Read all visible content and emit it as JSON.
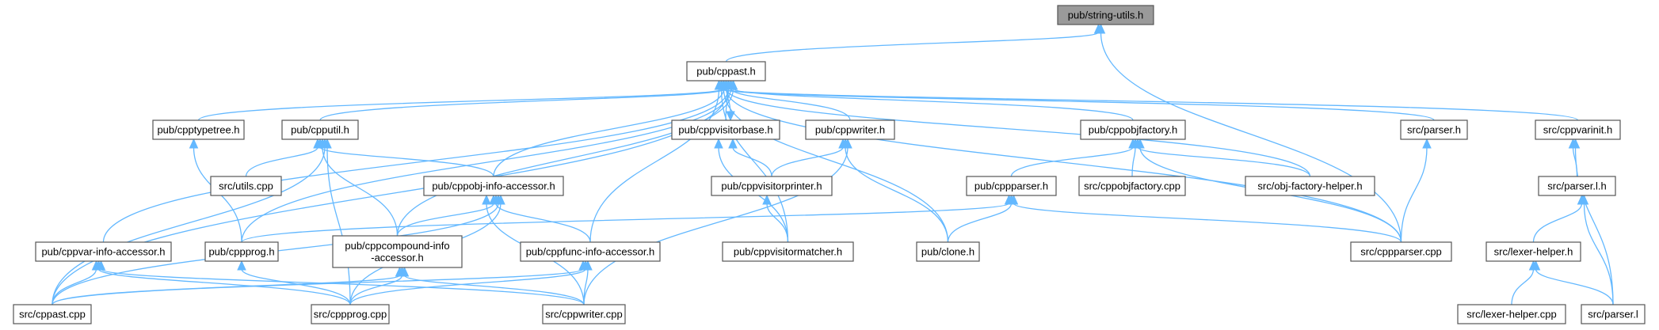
{
  "graph": {
    "nodes": [
      {
        "id": "string_utils",
        "lines": [
          "pub/string-utils.h"
        ],
        "highlight": true
      },
      {
        "id": "cppast_h",
        "lines": [
          "pub/cppast.h"
        ]
      },
      {
        "id": "cpptypetree",
        "lines": [
          "pub/cpptypetree.h"
        ]
      },
      {
        "id": "cpputil",
        "lines": [
          "pub/cpputil.h"
        ]
      },
      {
        "id": "cppvisitorbase",
        "lines": [
          "pub/cppvisitorbase.h"
        ]
      },
      {
        "id": "cppwriter_h",
        "lines": [
          "pub/cppwriter.h"
        ]
      },
      {
        "id": "cppobjfactory_h",
        "lines": [
          "pub/cppobjfactory.h"
        ]
      },
      {
        "id": "parser_h",
        "lines": [
          "src/parser.h"
        ]
      },
      {
        "id": "cppvarinit",
        "lines": [
          "src/cppvarinit.h"
        ]
      },
      {
        "id": "utils_cpp",
        "lines": [
          "src/utils.cpp"
        ]
      },
      {
        "id": "cppobj_info",
        "lines": [
          "pub/cppobj-info-accessor.h"
        ]
      },
      {
        "id": "cppvisitorprinter",
        "lines": [
          "pub/cppvisitorprinter.h"
        ]
      },
      {
        "id": "cppparser_h",
        "lines": [
          "pub/cppparser.h"
        ]
      },
      {
        "id": "cppobjfactory_cpp",
        "lines": [
          "src/cppobjfactory.cpp"
        ]
      },
      {
        "id": "objfactory_helper",
        "lines": [
          "src/obj-factory-helper.h"
        ]
      },
      {
        "id": "parser_l_h",
        "lines": [
          "src/parser.l.h"
        ]
      },
      {
        "id": "cppvar_info",
        "lines": [
          "pub/cppvar-info-accessor.h"
        ]
      },
      {
        "id": "cppprog_h",
        "lines": [
          "pub/cppprog.h"
        ]
      },
      {
        "id": "cppcompound_info",
        "lines": [
          "pub/cppcompound-info",
          "-accessor.h"
        ]
      },
      {
        "id": "cppfunc_info",
        "lines": [
          "pub/cppfunc-info-accessor.h"
        ]
      },
      {
        "id": "cppvisitormatcher",
        "lines": [
          "pub/cppvisitormatcher.h"
        ]
      },
      {
        "id": "clone_h",
        "lines": [
          "pub/clone.h"
        ]
      },
      {
        "id": "cppparser_cpp",
        "lines": [
          "src/cppparser.cpp"
        ]
      },
      {
        "id": "lexer_helper_h",
        "lines": [
          "src/lexer-helper.h"
        ]
      },
      {
        "id": "cppast_cpp",
        "lines": [
          "src/cppast.cpp"
        ]
      },
      {
        "id": "cppprog_cpp",
        "lines": [
          "src/cppprog.cpp"
        ]
      },
      {
        "id": "cppwriter_cpp",
        "lines": [
          "src/cppwriter.cpp"
        ]
      },
      {
        "id": "lexer_helper_cpp",
        "lines": [
          "src/lexer-helper.cpp"
        ]
      },
      {
        "id": "parser_l",
        "lines": [
          "src/parser.l"
        ]
      }
    ],
    "edges": [
      [
        "string_utils",
        "cppast_h"
      ],
      [
        "string_utils",
        "cppparser_cpp"
      ],
      [
        "cppast_h",
        "cpptypetree"
      ],
      [
        "cppast_h",
        "cpputil"
      ],
      [
        "cppast_h",
        "cppvisitorbase"
      ],
      [
        "cppast_h",
        "cppwriter_h"
      ],
      [
        "cppast_h",
        "cppobjfactory_h"
      ],
      [
        "cppast_h",
        "parser_h"
      ],
      [
        "cppast_h",
        "cppvarinit"
      ],
      [
        "cppast_h",
        "cppobj_info"
      ],
      [
        "cppast_h",
        "objfactory_helper"
      ],
      [
        "cppast_h",
        "cppvar_info"
      ],
      [
        "cppast_h",
        "cppprog_h"
      ],
      [
        "cppast_h",
        "cppcompound_info"
      ],
      [
        "cppast_h",
        "cppfunc_info"
      ],
      [
        "cppast_h",
        "cppvisitormatcher"
      ],
      [
        "cppast_h",
        "clone_h"
      ],
      [
        "cppast_h",
        "cppparser_cpp"
      ],
      [
        "cppast_h",
        "cppast_cpp"
      ],
      [
        "cppvisitorbase",
        "cppast_h"
      ],
      [
        "cppvisitorbase",
        "cppvisitorprinter"
      ],
      [
        "cppvisitorbase",
        "cppvisitormatcher"
      ],
      [
        "cpptypetree",
        "cppprog_h"
      ],
      [
        "cpputil",
        "utils_cpp"
      ],
      [
        "cpputil",
        "cppobj_info"
      ],
      [
        "cpputil",
        "cppcompound_info"
      ],
      [
        "cpputil",
        "cppast_cpp"
      ],
      [
        "cpputil",
        "cppprog_cpp"
      ],
      [
        "cppwriter_h",
        "cppvisitorprinter"
      ],
      [
        "cppwriter_h",
        "clone_h"
      ],
      [
        "cppwriter_h",
        "cppwriter_cpp"
      ],
      [
        "cppobjfactory_h",
        "cppparser_h"
      ],
      [
        "cppobjfactory_h",
        "cppobjfactory_cpp"
      ],
      [
        "cppobjfactory_h",
        "objfactory_helper"
      ],
      [
        "cppobjfactory_h",
        "cppparser_cpp"
      ],
      [
        "parser_h",
        "cppparser_cpp"
      ],
      [
        "cppvarinit",
        "parser_l_h"
      ],
      [
        "cppvarinit",
        "parser_l"
      ],
      [
        "cppobj_info",
        "cppcompound_info"
      ],
      [
        "cppobj_info",
        "cppfunc_info"
      ],
      [
        "cppobj_info",
        "cppast_cpp"
      ],
      [
        "cppobj_info",
        "cppprog_cpp"
      ],
      [
        "cppobj_info",
        "cppwriter_cpp"
      ],
      [
        "cppvisitorprinter",
        "cppvisitormatcher"
      ],
      [
        "cppparser_h",
        "cppprog_h"
      ],
      [
        "cppparser_h",
        "clone_h"
      ],
      [
        "cppparser_h",
        "cppparser_cpp"
      ],
      [
        "parser_l_h",
        "lexer_helper_h"
      ],
      [
        "parser_l_h",
        "parser_l"
      ],
      [
        "cppvar_info",
        "cppast_cpp"
      ],
      [
        "cppvar_info",
        "cppprog_cpp"
      ],
      [
        "cppvar_info",
        "cppwriter_cpp"
      ],
      [
        "cppprog_h",
        "cppprog_cpp"
      ],
      [
        "cppcompound_info",
        "cppast_cpp"
      ],
      [
        "cppcompound_info",
        "cppprog_cpp"
      ],
      [
        "cppcompound_info",
        "cppwriter_cpp"
      ],
      [
        "cppfunc_info",
        "cppast_cpp"
      ],
      [
        "cppfunc_info",
        "cppprog_cpp"
      ],
      [
        "cppfunc_info",
        "cppwriter_cpp"
      ],
      [
        "lexer_helper_h",
        "lexer_helper_cpp"
      ],
      [
        "lexer_helper_h",
        "parser_l"
      ]
    ]
  }
}
